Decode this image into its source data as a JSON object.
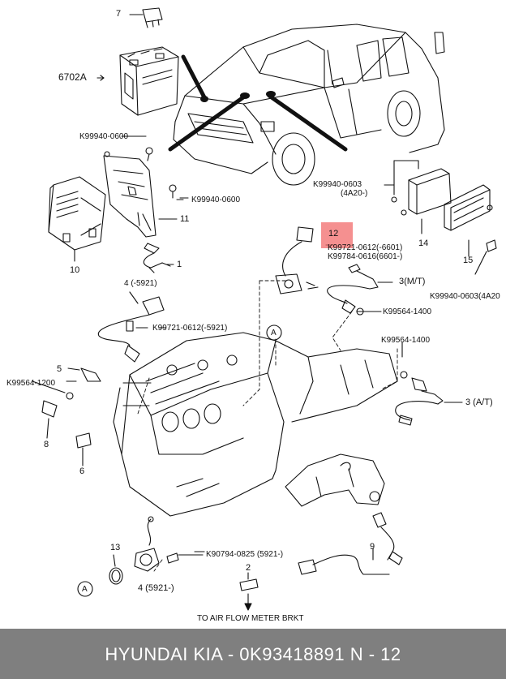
{
  "footer": {
    "text": "HYUNDAI  KIA - 0K93418891     N - 12"
  },
  "caption": "TO AIR FLOW METER BRKT",
  "highlight_part": "12",
  "labels": {
    "p7": "7",
    "p6702a": "6702A",
    "k99940_0600_top": "K99940-0600",
    "k99940_0600_mid": "K99940-0600",
    "p11": "11",
    "p10": "10",
    "p1": "1",
    "p4_5921": "4 (-5921)",
    "k99721_0612_5921": "K99721-0612(-5921)",
    "pA_center": "A",
    "p5": "5",
    "k99564_1200": "K99564-1200",
    "p8": "8",
    "p6": "6",
    "p12": "12",
    "k99721_0612_6601": "K99721-0612(-6601)",
    "k99784_0616": "K99784-0616(6601-)",
    "p3_mt": "3(M/T)",
    "k99564_1400_a": "K99564-1400",
    "k99564_1400_b": "K99564-1400",
    "p3_at": "3 (A/T)",
    "k99940_0603": "K99940-0603",
    "p4a20_a": "(4A20-)",
    "p14": "14",
    "p15": "15",
    "k99940_0603_4a20": "K99940-0603(4A20",
    "p13": "13",
    "pA_bottom": "A",
    "p4_5921b": "4 (5921-)",
    "k90794_0825": "K90794-0825 (5921-)",
    "p2": "2",
    "p9": "9"
  }
}
